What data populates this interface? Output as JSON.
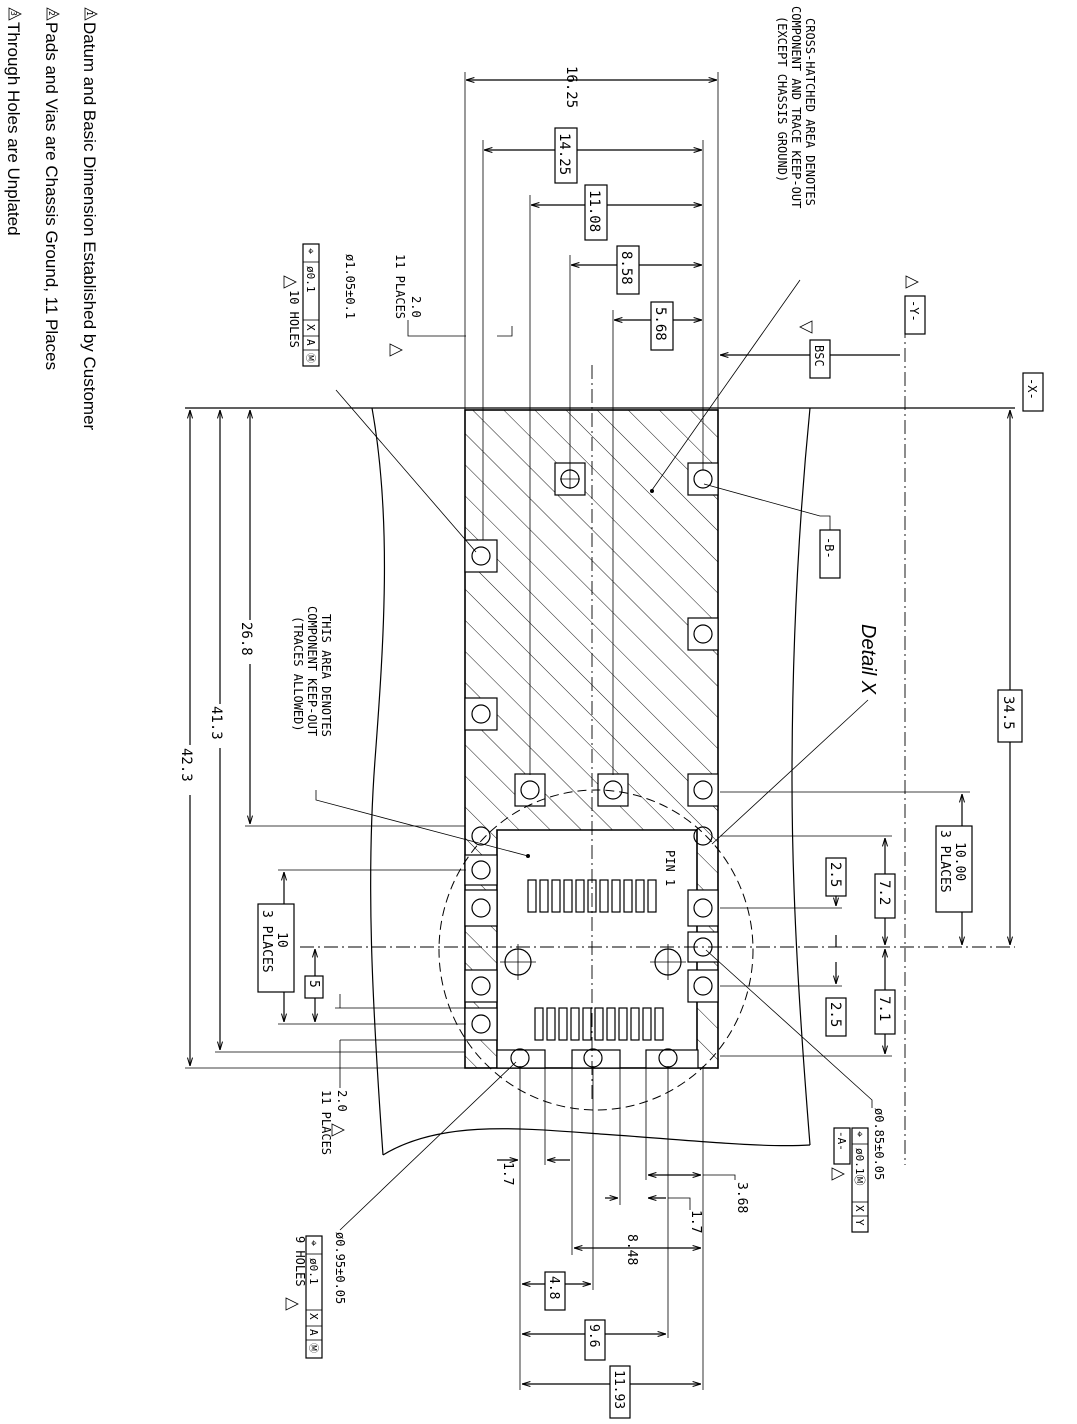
{
  "notes": [
    {
      "num": "1",
      "text": "Datum and Basic Dimension Established by Customer"
    },
    {
      "num": "2",
      "text": "Pads and Vias are Chassis Ground, 11 Places"
    },
    {
      "num": "3",
      "text": "Through Holes are Unplated"
    }
  ],
  "datums": {
    "x": "-X-",
    "y": "-Y-",
    "a": "-A-",
    "b": "-B-"
  },
  "keepout": {
    "cross_hatched": [
      "CROSS-HATCHED AREA DENOTES",
      "COMPONENT AND TRACE KEEP-OUT",
      "(EXCEPT CHASSIS GROUND)"
    ],
    "component": [
      "THIS AREA DENOTES",
      "COMPONENT KEEP-OUT",
      "(TRACES ALLOWED)"
    ]
  },
  "detail_label": "Detail X",
  "pin1_label": "PIN 1",
  "bsc": "BSC",
  "top_dims": [
    "16.25",
    "14.25",
    "11.08",
    "8.58",
    "5.68"
  ],
  "left_dims": [
    "26.8",
    "41.3",
    "42.3"
  ],
  "right_dims": {
    "d345": "34.5",
    "d1000": "10.00",
    "three_places": "3 PLACES",
    "d72": "7.2",
    "d71": "7.1",
    "d25a": "2.5",
    "d25b": "2.5"
  },
  "left_mid": {
    "d10": "10",
    "three_places": "3 PLACES",
    "d5": "5"
  },
  "two_zero_top": {
    "value": "2.0",
    "places": "11 PLACES"
  },
  "two_zero_bottom": {
    "value": "2.0",
    "places": "11 PLACES"
  },
  "hole_top_left": {
    "dia": "ø1.05±0.1",
    "fcf": [
      "⌖",
      "ø0.1",
      "X",
      "A",
      "Ⓜ"
    ],
    "holes": "10 HOLES"
  },
  "hole_right": {
    "dia": "ø0.85±0.05",
    "fcf": [
      "⌖",
      "ø0.1Ⓜ",
      "X",
      "Y"
    ],
    "datum": "-A-"
  },
  "hole_bottom": {
    "dia": "ø0.95±0.05",
    "fcf": [
      "⌖",
      "ø0.1",
      "X",
      "A",
      "Ⓜ"
    ],
    "holes": "9 HOLES"
  },
  "bottom_dims": {
    "d17a": "1.7",
    "d17b": "1.7",
    "d368": "3.68",
    "d848": "8.48",
    "d48": "4.8",
    "d96": "9.6",
    "d1193": "11.93"
  }
}
